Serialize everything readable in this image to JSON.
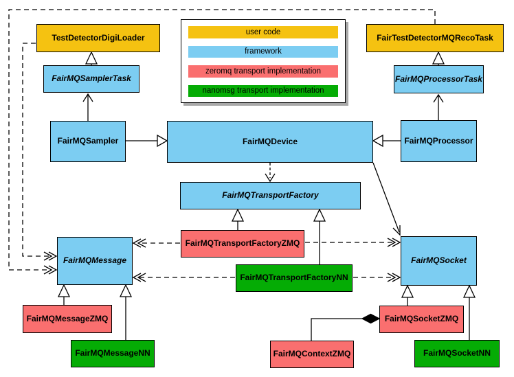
{
  "diagram": {
    "type": "uml-class-diagram",
    "background": "#ffffff"
  },
  "colors": {
    "user_code": "#F5C211",
    "framework": "#7CCDF2",
    "zeromq": "#FA6F6F",
    "nanomsg": "#05AC05",
    "node_border": "#000000",
    "line": "#000000",
    "legend_shadow": "#a9a9a9"
  },
  "legend": {
    "items": [
      {
        "label": "user code",
        "color": "#F5C211"
      },
      {
        "label": "framework",
        "color": "#7CCDF2"
      },
      {
        "label": "zeromq transport implementation",
        "color": "#FA6F6F"
      },
      {
        "label": "nanomsg transport implementation",
        "color": "#05AC05"
      }
    ]
  },
  "nodes": {
    "digiLoader": {
      "label": "TestDetectorDigiLoader",
      "category": "user code",
      "abstract": false
    },
    "recoTask": {
      "label": "FairTestDetectorMQRecoTask",
      "category": "user code",
      "abstract": false
    },
    "samplerTask": {
      "label": "FairMQSamplerTask",
      "category": "framework",
      "abstract": true
    },
    "processorTask": {
      "label": "FairMQProcessorTask",
      "category": "framework",
      "abstract": true
    },
    "sampler": {
      "label": "FairMQSampler",
      "category": "framework",
      "abstract": false
    },
    "device": {
      "label": "FairMQDevice",
      "category": "framework",
      "abstract": false
    },
    "processor": {
      "label": "FairMQProcessor",
      "category": "framework",
      "abstract": false
    },
    "transportFactory": {
      "label": "FairMQTransportFactory",
      "category": "framework",
      "abstract": true
    },
    "transportFactoryZMQ": {
      "label": "FairMQTransportFactoryZMQ",
      "category": "zeromq",
      "abstract": false
    },
    "transportFactoryNN": {
      "label": "FairMQTransportFactoryNN",
      "category": "nanomsg",
      "abstract": false
    },
    "message": {
      "label": "FairMQMessage",
      "category": "framework",
      "abstract": true
    },
    "socket": {
      "label": "FairMQSocket",
      "category": "framework",
      "abstract": true
    },
    "messageZMQ": {
      "label": "FairMQMessageZMQ",
      "category": "zeromq",
      "abstract": false
    },
    "messageNN": {
      "label": "FairMQMessageNN",
      "category": "nanomsg",
      "abstract": false
    },
    "socketZMQ": {
      "label": "FairMQSocketZMQ",
      "category": "zeromq",
      "abstract": false
    },
    "contextZMQ": {
      "label": "FairMQContextZMQ",
      "category": "zeromq",
      "abstract": false
    },
    "socketNN": {
      "label": "FairMQSocketNN",
      "category": "nanomsg",
      "abstract": false
    }
  },
  "edges": [
    {
      "from": "FairMQSamplerTask",
      "to": "TestDetectorDigiLoader",
      "type": "inheritance"
    },
    {
      "from": "FairMQProcessorTask",
      "to": "FairTestDetectorMQRecoTask",
      "type": "inheritance"
    },
    {
      "from": "FairMQSampler",
      "to": "FairMQSamplerTask",
      "type": "open-arrow"
    },
    {
      "from": "FairMQProcessor",
      "to": "FairMQProcessorTask",
      "type": "open-arrow"
    },
    {
      "from": "FairMQSampler",
      "to": "FairMQDevice",
      "type": "inheritance"
    },
    {
      "from": "FairMQProcessor",
      "to": "FairMQDevice",
      "type": "inheritance"
    },
    {
      "from": "FairMQDevice",
      "to": "FairMQTransportFactory",
      "type": "dashed-arrow"
    },
    {
      "from": "FairMQDevice",
      "to": "FairMQSocket",
      "type": "open-arrow"
    },
    {
      "from": "FairMQTransportFactoryZMQ",
      "to": "FairMQTransportFactory",
      "type": "inheritance"
    },
    {
      "from": "FairMQTransportFactoryNN",
      "to": "FairMQTransportFactory",
      "type": "inheritance"
    },
    {
      "from": "FairMQTransportFactoryZMQ",
      "to": "FairMQMessage",
      "type": "dashed-arrow"
    },
    {
      "from": "FairMQTransportFactoryZMQ",
      "to": "FairMQSocket",
      "type": "dashed-arrow"
    },
    {
      "from": "FairMQTransportFactoryNN",
      "to": "FairMQMessage",
      "type": "dashed-arrow"
    },
    {
      "from": "FairMQTransportFactoryNN",
      "to": "FairMQSocket",
      "type": "dashed-arrow"
    },
    {
      "from": "TestDetectorDigiLoader",
      "to": "FairMQMessage",
      "type": "dashed-arrow"
    },
    {
      "from": "FairTestDetectorMQRecoTask",
      "to": "FairMQMessage",
      "type": "dashed-arrow"
    },
    {
      "from": "FairMQMessageZMQ",
      "to": "FairMQMessage",
      "type": "inheritance"
    },
    {
      "from": "FairMQMessageNN",
      "to": "FairMQMessage",
      "type": "inheritance"
    },
    {
      "from": "FairMQSocketZMQ",
      "to": "FairMQSocket",
      "type": "inheritance"
    },
    {
      "from": "FairMQSocketNN",
      "to": "FairMQSocket",
      "type": "inheritance"
    },
    {
      "from": "FairMQContextZMQ",
      "to": "FairMQSocketZMQ",
      "type": "composition"
    }
  ]
}
